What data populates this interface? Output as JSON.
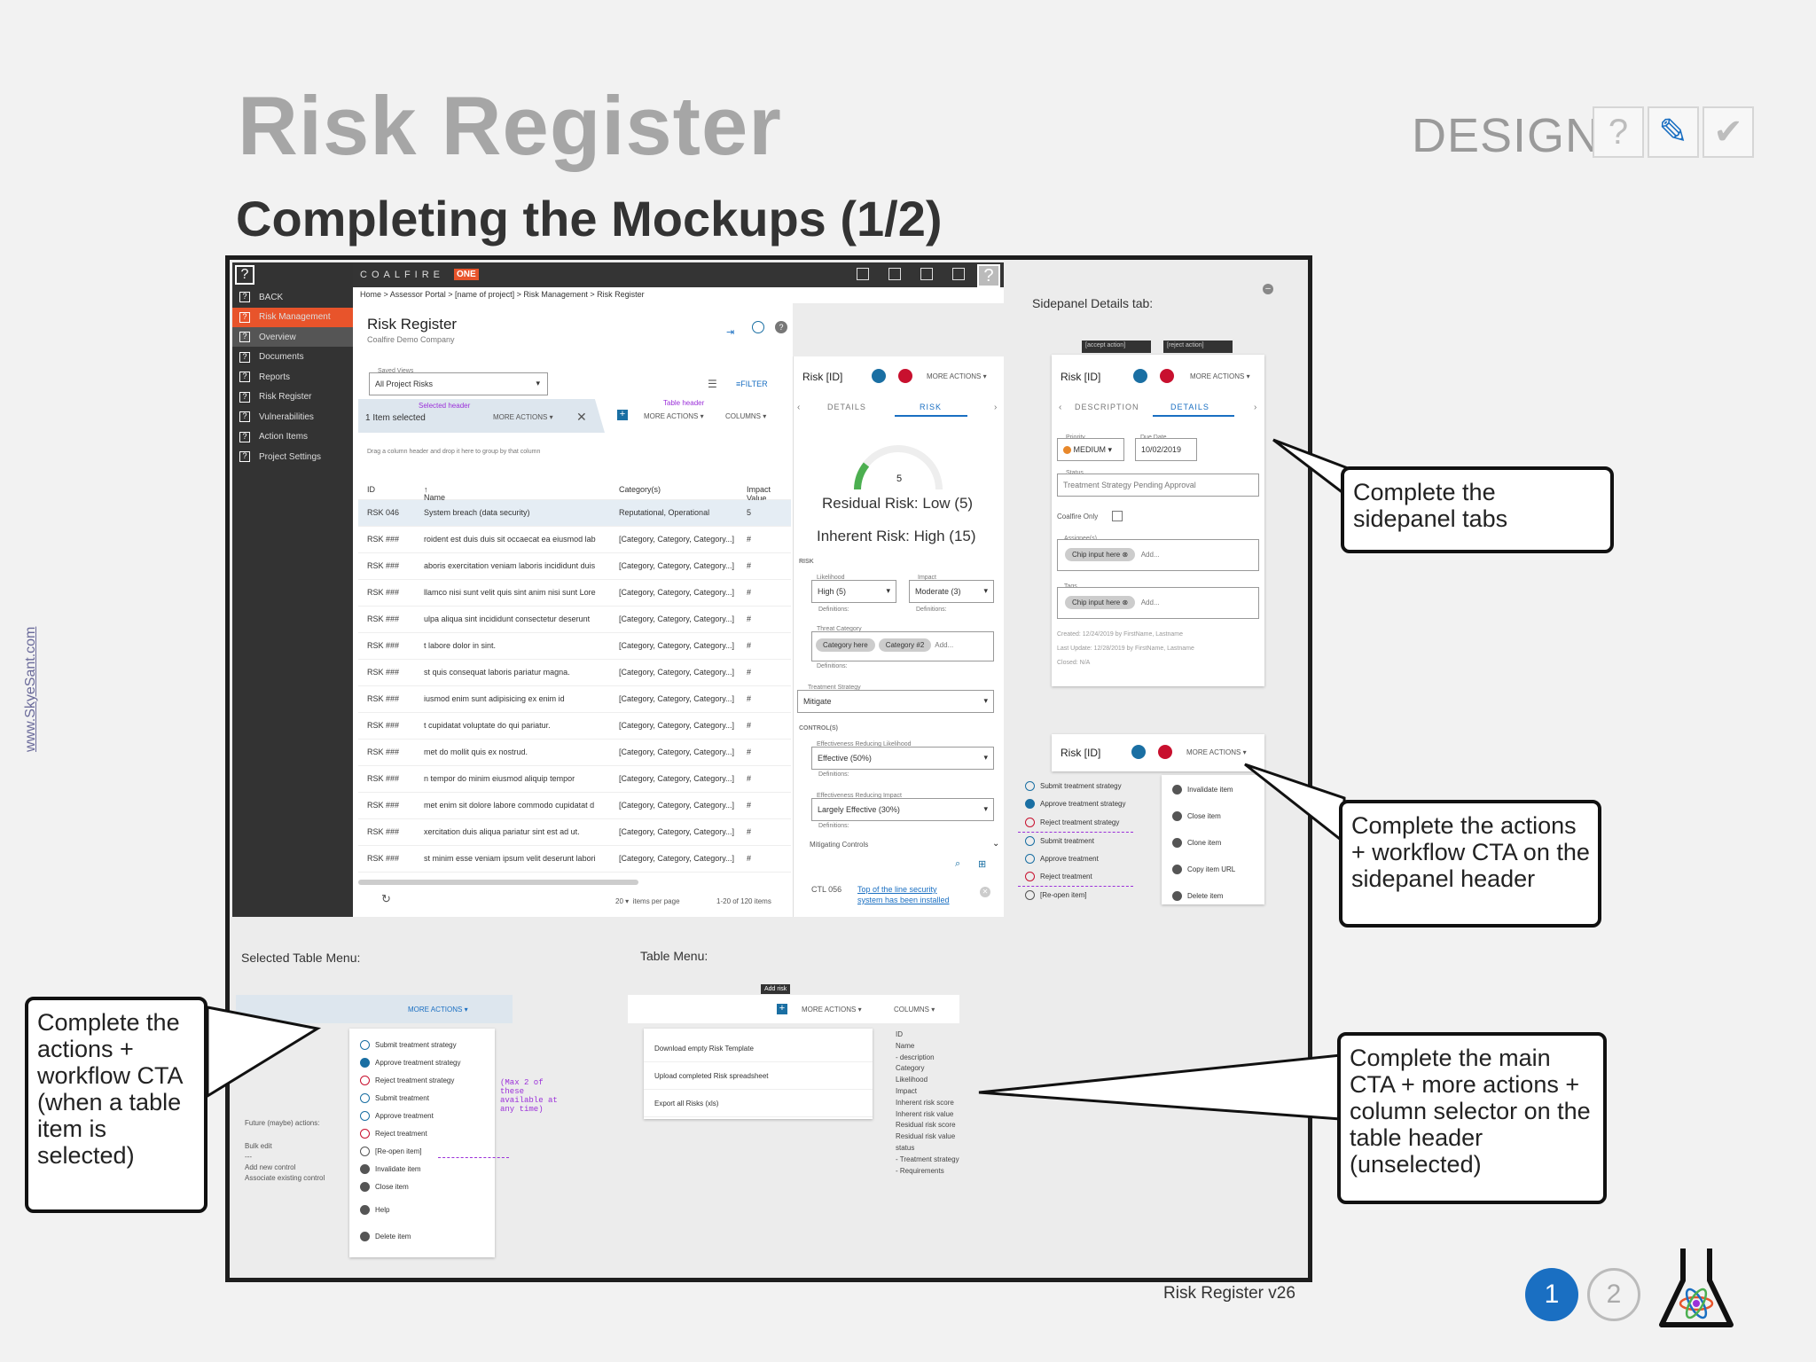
{
  "slide": {
    "title": "Risk Register",
    "subtitle": "Completing the Mockups (1/2)",
    "design_label": "DESIGN",
    "watermark": "www.SkyeSant.com",
    "version": "Risk Register v26",
    "page_current": "1",
    "page_next": "2",
    "icons": [
      "question-icon",
      "pencil-icon",
      "check-icon",
      "flask-icon"
    ]
  },
  "app": {
    "brand": "COALFIRE",
    "brand_suffix": "ONE",
    "sidebar": [
      "BACK",
      "Risk Management",
      "Overview",
      "Documents",
      "Reports",
      "Risk Register",
      "Vulnerabilities",
      "Action Items",
      "Project Settings"
    ],
    "breadcrumb": "Home > Assessor Portal > [name of project] > Risk Management > Risk Register",
    "page_title": "Risk Register",
    "company": "Coalfire Demo Company",
    "saved_views_label": "Saved Views",
    "saved_views_value": "All Project Risks",
    "filter": "FILTER",
    "selected_header_label": "Selected header",
    "table_header_label": "Table header",
    "selection_text": "1 Item selected",
    "more_actions": "MORE ACTIONS",
    "columns": "COLUMNS",
    "group_hint": "Drag a column header and drop it here to group by that column",
    "col_headers": [
      "ID",
      "Name",
      "Category(s)",
      "Impact Value"
    ],
    "rows": [
      {
        "id": "RSK 046",
        "name": "System breach (data security)",
        "cat": "Reputational, Operational",
        "val": "5"
      },
      {
        "id": "RSK ###",
        "name": "roident est duis duis sit occaecat ea eiusmod lab",
        "cat": "[Category, Category, Category...]",
        "val": "#"
      },
      {
        "id": "RSK ###",
        "name": "aboris exercitation veniam laboris incididunt duis",
        "cat": "[Category, Category, Category...]",
        "val": "#"
      },
      {
        "id": "RSK ###",
        "name": "llamco nisi sunt velit quis sint anim nisi sunt Lore",
        "cat": "[Category, Category, Category...]",
        "val": "#"
      },
      {
        "id": "RSK ###",
        "name": "ulpa aliqua sint incididunt consectetur deserunt",
        "cat": "[Category, Category, Category...]",
        "val": "#"
      },
      {
        "id": "RSK ###",
        "name": "t labore dolor in sint.",
        "cat": "[Category, Category, Category...]",
        "val": "#"
      },
      {
        "id": "RSK ###",
        "name": "st quis consequat laboris pariatur magna.",
        "cat": "[Category, Category, Category...]",
        "val": "#"
      },
      {
        "id": "RSK ###",
        "name": "iusmod enim sunt adipisicing ex enim id",
        "cat": "[Category, Category, Category...]",
        "val": "#"
      },
      {
        "id": "RSK ###",
        "name": "t cupidatat voluptate do qui pariatur.",
        "cat": "[Category, Category, Category...]",
        "val": "#"
      },
      {
        "id": "RSK ###",
        "name": "met do mollit quis ex nostrud.",
        "cat": "[Category, Category, Category...]",
        "val": "#"
      },
      {
        "id": "RSK ###",
        "name": "n tempor do minim eiusmod aliquip tempor",
        "cat": "[Category, Category, Category...]",
        "val": "#"
      },
      {
        "id": "RSK ###",
        "name": "met enim sit dolore labore commodo cupidatat d",
        "cat": "[Category, Category, Category...]",
        "val": "#"
      },
      {
        "id": "RSK ###",
        "name": "xercitation duis aliqua pariatur sint est ad ut.",
        "cat": "[Category, Category, Category...]",
        "val": "#"
      },
      {
        "id": "RSK ###",
        "name": "st minim esse veniam ipsum velit deserunt labori",
        "cat": "[Category, Category, Category...]",
        "val": "#"
      }
    ],
    "per_page": "20",
    "per_page_label": "items per page",
    "range": "1-20 of 120 items"
  },
  "risk_panel": {
    "title": "Risk [ID]",
    "more_actions": "MORE ACTIONS",
    "tab_details": "DETAILS",
    "tab_risk": "RISK",
    "tab_description": "DESCRIPTION",
    "gauge_value": "5",
    "residual": "Residual Risk: Low (5)",
    "inherent": "Inherent Risk: High (15)",
    "risk_label": "RISK",
    "likelihood_label": "Likelihood",
    "likelihood_value": "High (5)",
    "impact_label": "Impact",
    "impact_value": "Moderate (3)",
    "definitions": "Definitions:",
    "threat_label": "Threat Category",
    "chip1": "Category here",
    "chip2": "Category #2",
    "add": "Add...",
    "treatment_label": "Treatment Strategy",
    "treatment_value": "Mitigate",
    "controls_label": "CONTROL(S)",
    "erl_label": "Effectiveness Reducing Likelihood",
    "erl_value": "Effective (50%)",
    "eri_label": "Effectiveness Reducing Impact",
    "eri_value": "Largely Effective (30%)",
    "mitigating": "Mitigating Controls",
    "ctl_id": "CTL 056",
    "ctl_link1": "Top of the line security",
    "ctl_link2": "system has been installed"
  },
  "sidepanel": {
    "heading": "Sidepanel Details tab:",
    "accept": "[accept action]",
    "reject": "[reject action]",
    "priority_label": "Priority",
    "priority_value": "MEDIUM",
    "due_label": "Due Date",
    "due_value": "10/02/2019",
    "status_label": "Status",
    "status_value": "Treatment Strategy Pending Approval",
    "coalfire_only": "Coalfire Only",
    "assignees_label": "Assignee(s)",
    "tags_label": "Tags",
    "chip_input": "Chip input here",
    "created": "Created: 12/24/2019 by FirstName, Lastname",
    "updated": "Last Update: 12/28/2019 by FirstName, Lastname",
    "closed": "Closed: N/A"
  },
  "workflow_menu": [
    "Submit treatment strategy",
    "Approve treatment strategy",
    "Reject treatment strategy",
    "Submit treatment",
    "Approve treatment",
    "Reject treatment",
    "[Re-open item]"
  ],
  "actions_menu": [
    "Invalidate item",
    "Close item",
    "Clone item",
    "Copy item URL",
    "Delete item"
  ],
  "selected_menu": {
    "heading": "Selected Table Menu:",
    "items": [
      "Submit treatment strategy",
      "Approve treatment strategy",
      "Reject treatment strategy",
      "Submit treatment",
      "Approve treatment",
      "Reject treatment",
      "[Re-open item]",
      "Invalidate item",
      "Close item",
      "Help",
      "Delete item"
    ],
    "note": "(Max 2 of these available at any time)",
    "future_label": "Future (maybe) actions:",
    "future_items": [
      "Bulk edit",
      "---",
      "Add new control",
      "Associate existing control"
    ]
  },
  "table_menu": {
    "heading": "Table Menu:",
    "add_risk": "Add risk",
    "items": [
      "Download empty Risk Template",
      "Upload completed Risk spreadsheet",
      "Export all Risks (xls)"
    ],
    "columns_list": [
      "ID",
      "Name",
      "- description",
      "Category",
      "Likelihood",
      "Impact",
      "Inherent risk score",
      "Inherent risk value",
      "Residual risk score",
      "Residual risk value",
      "status",
      "- Treatment strategy",
      "- Requirements"
    ]
  },
  "callouts": {
    "sidepanel_tabs": "Complete the sidepanel tabs",
    "sidepanel_header": "Complete the actions + workflow CTA on the sidepanel header",
    "table_item": "Complete the actions + workflow CTA (when a table item is selected)",
    "table_header": "Complete the main CTA + more actions + column selector on the table header (unselected)"
  },
  "colors": {
    "accent": "#1a6fc2",
    "brand_orange": "#e8542b",
    "risk_blue": "#1a6fa3",
    "risk_red": "#c8102e",
    "gauge_green": "#4caf50"
  }
}
